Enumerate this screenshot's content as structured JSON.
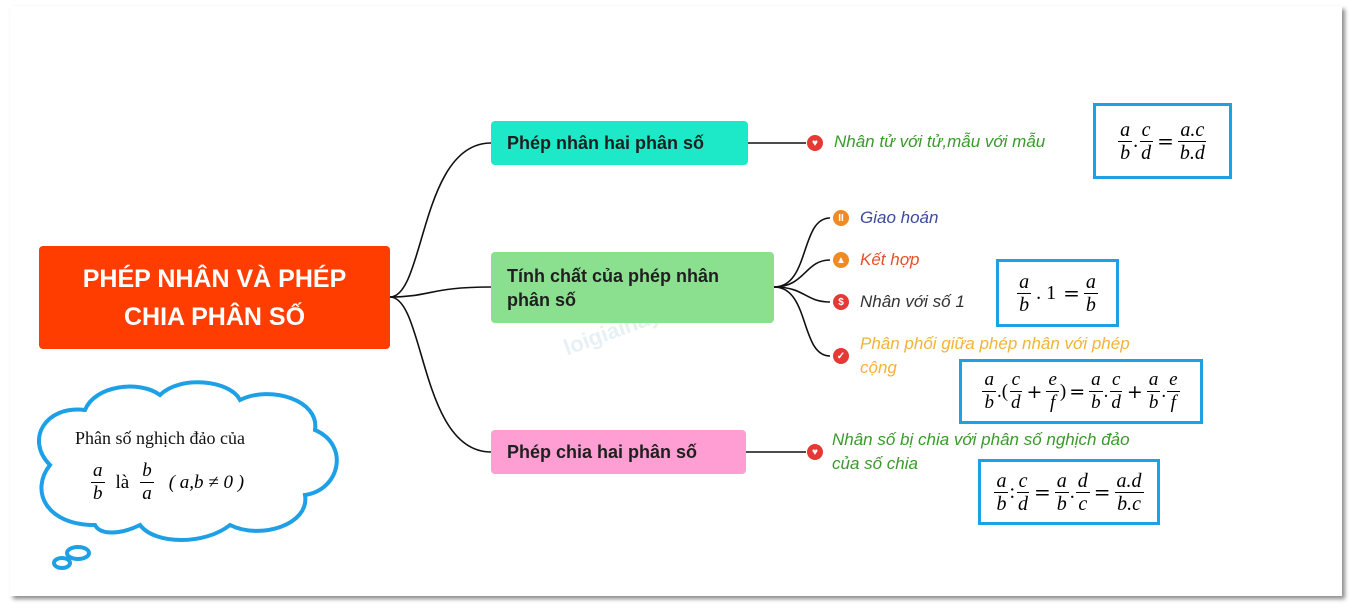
{
  "root": {
    "title": "PHÉP NHÂN VÀ PHÉP CHIA PHÂN SỐ",
    "color": "#ff3d00"
  },
  "branches": [
    {
      "label": "Phép nhân hai phân số",
      "color": "#1de9c8"
    },
    {
      "label": "Tính chất của phép nhân phân số",
      "color": "#8be08f"
    },
    {
      "label": "Phép chia hai phân số",
      "color": "#ff9ed2"
    }
  ],
  "leaves": {
    "multiply_rule": {
      "text": "Nhân tử với tử,mẫu với mẫu",
      "color": "#3a9a2c",
      "icon": "heart-icon"
    },
    "commutative": {
      "text": "Giao hoán",
      "color": "#3b4a9c",
      "icon": "pause-icon"
    },
    "associative": {
      "text": "Kết hợp",
      "color": "#e0522b",
      "icon": "bell-icon"
    },
    "identity": {
      "text": "Nhân với số 1",
      "color": "#333333",
      "icon": "dollar-icon"
    },
    "distributive": {
      "text": "Phân phối giữa phép nhân với phép cộng",
      "color": "#f3b23a",
      "icon": "thumbs-up-icon"
    },
    "divide_rule": {
      "text": "Nhân số bị chia với phân số nghịch đảo của số chia",
      "color": "#3a9a2c",
      "icon": "heart-icon"
    }
  },
  "formulas": {
    "multiply": {
      "a": "a",
      "b": "b",
      "c": "c",
      "d": "d",
      "dot": ".",
      "eq": "=",
      "num": "a.c",
      "den": "b.d"
    },
    "identity": {
      "a": "a",
      "b": "b",
      "dot1": ". 1",
      "eq": "="
    },
    "distributive": {
      "a": "a",
      "b": "b",
      "c": "c",
      "d": "d",
      "e": "e",
      "f": "f",
      "open": ".(",
      "plus": "+",
      "close": ")",
      "eq": "=",
      "dot": "."
    },
    "divide": {
      "a": "a",
      "b": "b",
      "c": "c",
      "d": "d",
      "colon": ":",
      "dot": ".",
      "eq": "=",
      "num": "a.d",
      "den": "b.c"
    }
  },
  "cloud": {
    "line1": "Phân số nghịch đảo của",
    "a": "a",
    "b": "b",
    "la": "là",
    "cond": "( a,b ≠ 0 )"
  },
  "watermark": "loigiaihay.com",
  "colors": {
    "connector": "#111111",
    "formula_border": "#1ea0e6",
    "cloud_border": "#1ea0e6"
  }
}
